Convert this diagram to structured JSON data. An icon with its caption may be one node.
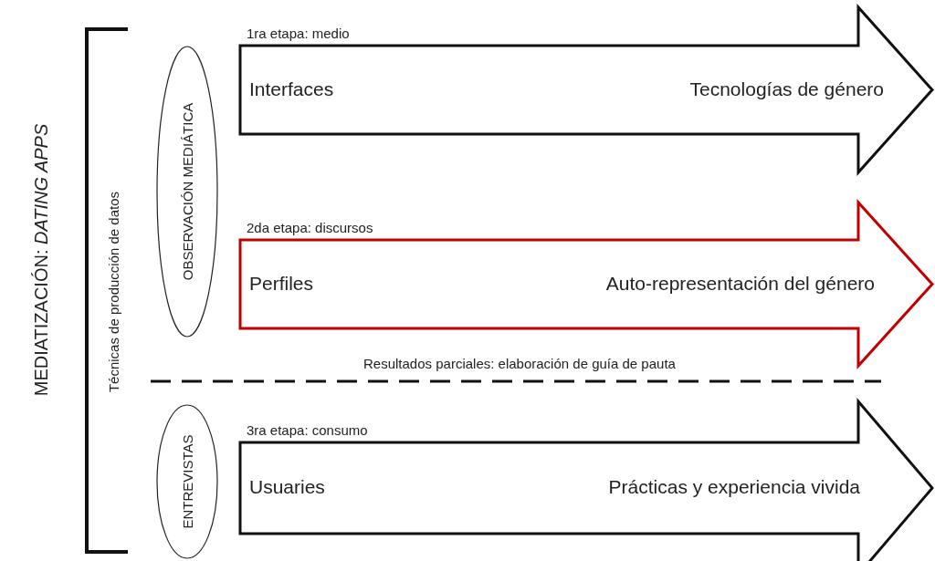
{
  "diagram": {
    "nodes": [
      {
        "text": [
          "OBSERVACIÓN MEDIÁTICA"
        ]
      },
      {
        "text": [
          "1ra etapa: medio",
          "Interfaces",
          "Tecnologías de género"
        ]
      },
      {
        "text": [
          "2da etapa: discursos",
          "Perfiles",
          "Auto-representación del género"
        ]
      },
      {
        "text": [
          "ENTREVISTAS"
        ]
      },
      {
        "text": [
          "3ra etapa: consumo",
          "Usuaries",
          "Prácticas y experiencia vivida"
        ]
      }
    ],
    "labels": [
      "MEDIATIZACIÓN: *DATING APPS*",
      "Técnicas de producción de datos",
      "Resultados parciales: elaboración de guía de pauta"
    ]
  }
}
